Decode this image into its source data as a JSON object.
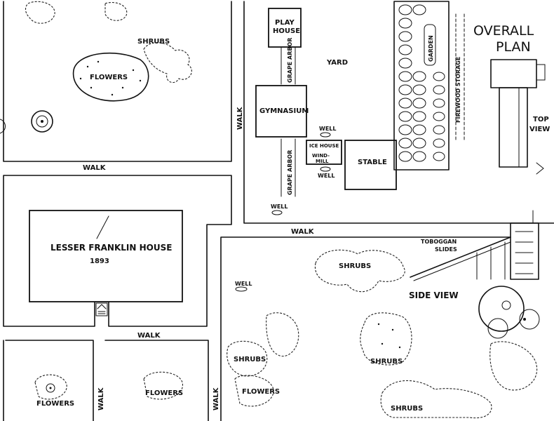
{
  "title": {
    "line1": "OVERALL",
    "line2": "PLAN"
  },
  "buildings": {
    "main_house": {
      "name": "LESSER FRANKLIN HOUSE",
      "year": "1893"
    },
    "play_house": {
      "line1": "PLAY",
      "line2": "HOUSE"
    },
    "gymnasium": "GYMNASIUM",
    "stable": "STABLE",
    "ice_house": "ICE HOUSE",
    "wind_mill": {
      "line1": "WIND-",
      "line2": "MILL"
    }
  },
  "areas": {
    "yard": "YARD",
    "garden": "GARDEN",
    "firewood_storage": "FIREWOOD STORAGE"
  },
  "walks": {
    "label": "WALK"
  },
  "plantings": {
    "shrubs": "SHRUBS",
    "flowers": "FLOWERS"
  },
  "features": {
    "well": "WELL",
    "toboggan": {
      "line1": "TOBOGGAN",
      "line2": "SLIDES"
    }
  },
  "views": {
    "side": "SIDE VIEW",
    "top": {
      "line1": "TOP",
      "line2": "VIEW"
    }
  }
}
